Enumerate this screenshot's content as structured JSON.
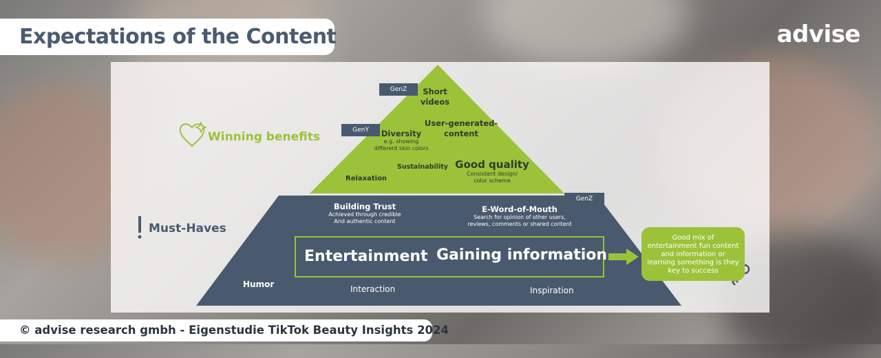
{
  "header": {
    "title": "Expectations of the Content",
    "logo": "advise"
  },
  "footer": {
    "copyright": "© advise research gmbh - Eigenstudie TikTok Beauty Insights 2024"
  },
  "section_labels": {
    "winning": "Winning benefits",
    "must": "Must-Haves"
  },
  "tags": {
    "genz_top": "GenZ",
    "geny": "GenY",
    "genz_bottom": "GenZ"
  },
  "top_pyramid": {
    "short_videos_1": "Short",
    "short_videos_2": "videos",
    "ugc_1": "User-generated-",
    "ugc_2": "content",
    "diversity": "Diversity",
    "diversity_sub_1": "e.g. showing",
    "diversity_sub_2": "different skin colors",
    "sustainability": "Sustainability",
    "good_quality": "Good quality",
    "good_quality_sub_1": "Consistent design/",
    "good_quality_sub_2": "color scheme",
    "relaxation": "Relaxation"
  },
  "bottom_pyramid": {
    "building_trust": "Building Trust",
    "building_trust_sub_1": "Achieved through credible",
    "building_trust_sub_2": "And authentic content",
    "eword": "E-Word-of-Mouth",
    "eword_sub_1": "Search for opinion of other users,",
    "eword_sub_2": "reviews, comments or shared content",
    "entertainment": "Entertainment",
    "gaining_information": "Gaining information",
    "humor": "Humor",
    "interaction": "Interaction",
    "inspiration": "Inspiration"
  },
  "callout": {
    "line1": "Good mix of",
    "line2": "entertainment fun content",
    "line3": "and information or",
    "line4": "learning something is they",
    "line5": "key to success"
  },
  "colors": {
    "green": "#9cc23a",
    "slate": "#4a5a6e",
    "title": "#4a5b70"
  },
  "icons": {
    "winning": "heart-sparkle-icon",
    "must": "exclamation-icon",
    "key": "key-icon",
    "arrow": "arrow-right-icon"
  }
}
